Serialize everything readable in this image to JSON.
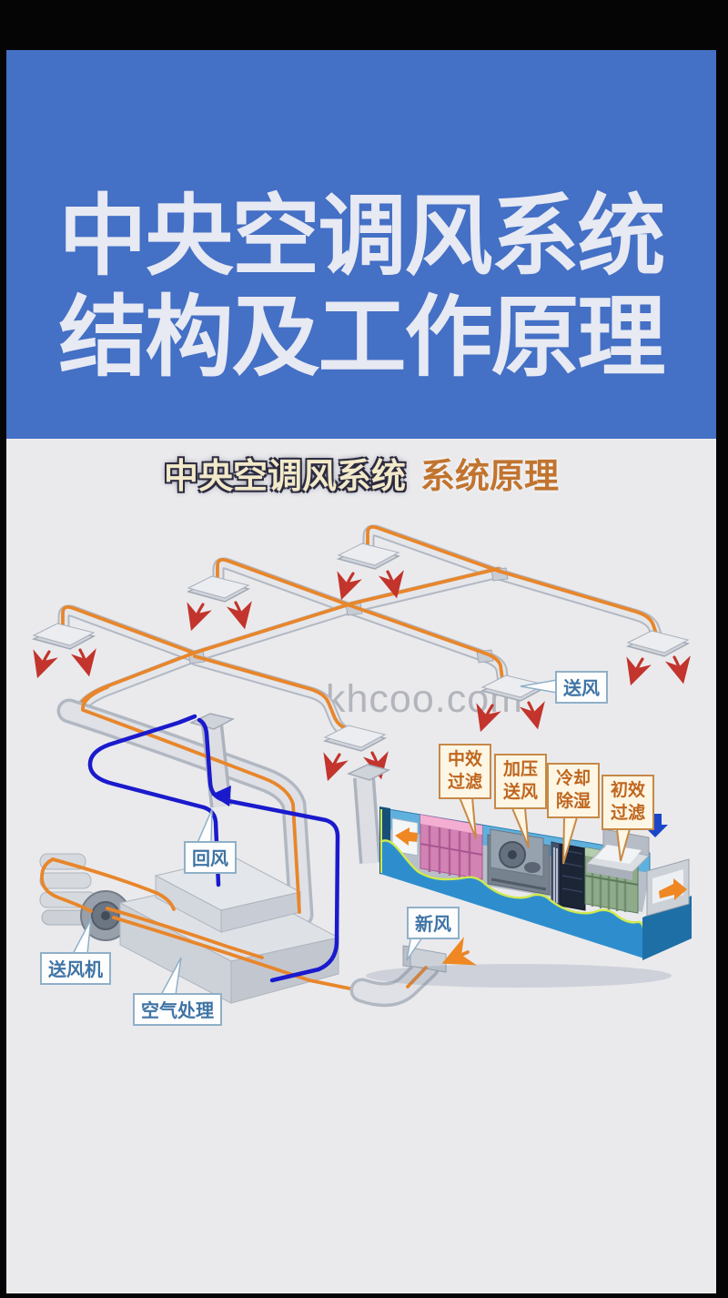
{
  "banner": {
    "title_line1": "中央空调风系统",
    "title_line2": "结构及工作原理"
  },
  "subtitle": {
    "main": "中央空调风系统",
    "accent": "系统原理"
  },
  "watermark": "khcoo.com",
  "diagram": {
    "labels": {
      "supply_air": "送风",
      "return_air": "回风",
      "fresh_air": "新风",
      "supply_fan": "送风机",
      "air_handling": "空气处理",
      "medium_filter": "中效过滤",
      "pressurize_supply": "加压送风",
      "cooling_dehumid": "冷却除湿",
      "primary_filter": "初效过滤"
    },
    "icons": {
      "diffuser_flow": "red-curved-arrows",
      "return_flow": "blue-left-arrow",
      "fresh_air_inlet": "blue-down-arrow",
      "supply_outlet": "orange-left-arrow",
      "unit_outlet": "orange-right-arrow"
    },
    "colors": {
      "banner_blue": "#4470c5",
      "background_gray": "#eaeaed",
      "supply_orange": "#e8862b",
      "return_blue": "#1a1acd",
      "flow_red": "#c2342c",
      "duct_gray": "#b2b8c2",
      "label_blue_text": "#3f74a5",
      "label_orange_text": "#bf661e",
      "ahu_body_blue": "#2e8ecd",
      "ahu_trim_lime": "#cfe94e",
      "filter_pink": "#d283b4",
      "filter_green": "#8fab8b"
    }
  }
}
